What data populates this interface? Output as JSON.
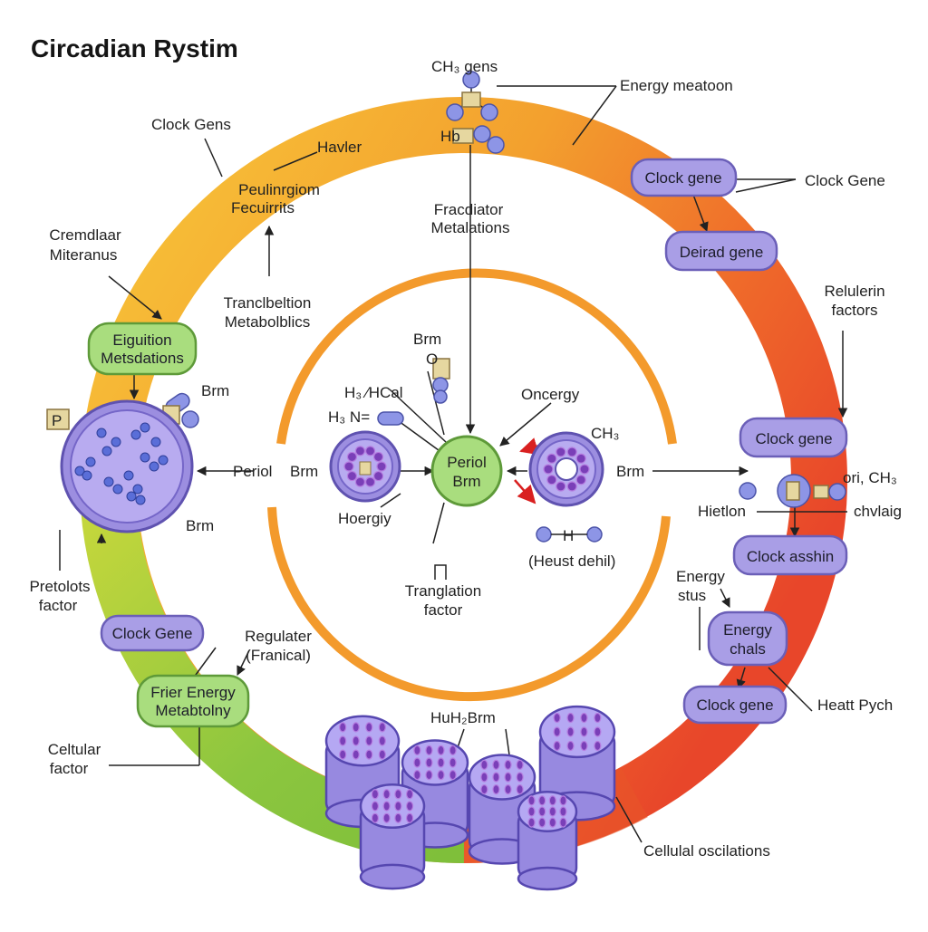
{
  "title": "Circadian Rystim",
  "colors": {
    "ring_yellow": "#f8c63a",
    "ring_orange": "#f07c2a",
    "ring_red": "#e8462a",
    "ring_green": "#8cc63f",
    "inner_ring": "#f39a2c",
    "pill_purple": "#a99ee6",
    "pill_green": "#a9dd7e"
  },
  "labels": {
    "ch3_gens": "CH₃  gens",
    "energy_meatoon": "Energy meatoon",
    "clock_gens": "Clock Gens",
    "havler": "Havler",
    "peulinrgiom_l1": "Peulinrgiom",
    "peulinrgiom_l2": "Fecuirrits",
    "hb": "Hb",
    "fracdiator_l1": "Fracdiator",
    "fracdiator_l2": "Metalations",
    "cremdlaar_l1": "Cremdlaar",
    "cremdlaar_l2": "Miteranus",
    "tranclbeltion_l1": "Tranclbeltion",
    "tranclbeltion_l2": "Metabolblics",
    "relulerin_l1": "Relulerin",
    "relulerin_l2": "factors",
    "clock_gene_right": "Clock Gene",
    "brm_top_left": "Brm",
    "brm_center_top": "Brm",
    "h3_ncal": "H₃ ∕HCal",
    "h3_n": "H₃ N=",
    "oncergy": "Oncergy",
    "ch3_center": "CH₃",
    "periol": "Periol",
    "brm_mid_left": "Brm",
    "brm_mid_right": "Brm",
    "brm_cell": "Brm",
    "hoergiy": "Hoergiy",
    "heust_dehil": "(Heust dehil)",
    "tranglation_l1": "Tranglation",
    "tranglation_l2": "factor",
    "hietlon": "Hietlon",
    "ori_ch3": "ori, CH₃",
    "chvlaig": "chvlaig",
    "energy_stus_l1": "Energy",
    "energy_stus_l2": "stus",
    "pretolots_l1": "Pretolots",
    "pretolots_l2": "factor",
    "regulater_l1": "Regulater",
    "regulater_l2": "(Franical)",
    "celtular_l1": "Celtular",
    "celtular_l2": "factor",
    "huh_brm": "HuH₂Brm",
    "heatt_pych": "Heatt Pych",
    "cellulal_oscil": "Cellulal oscilations",
    "periol_center_l1": "Periol",
    "periol_center_l2": "Brm",
    "small_h": "H",
    "small_p": "P",
    "o_symbol": "O"
  },
  "pills": {
    "clock_gene_top": "Clock gene",
    "deirad_gene": "Deirad gene",
    "clock_gene_mid": "Clock gene",
    "clock_asshin": "Clock asshin",
    "energy_chals_l1": "Energy",
    "energy_chals_l2": "chals",
    "clock_gene_bottom": "Clock gene",
    "eiguition_l1": "Eiguition",
    "eiguition_l2": "Metsdations",
    "clock_gene_left": "Clock Gene",
    "frier_l1": "Frier Energy",
    "frier_l2": "Metabtolny"
  }
}
